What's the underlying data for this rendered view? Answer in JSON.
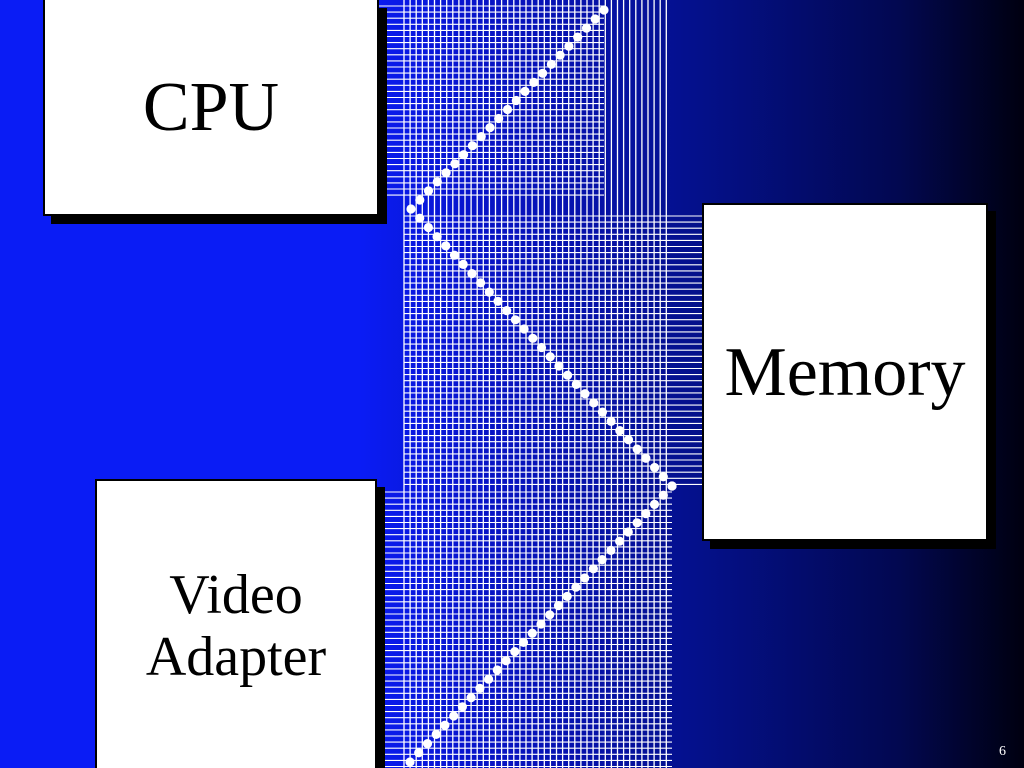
{
  "diagram": {
    "nodes": [
      {
        "id": "cpu",
        "label": "CPU"
      },
      {
        "id": "memory",
        "label": "Memory"
      },
      {
        "id": "video",
        "label": "Video\nAdapter"
      }
    ],
    "edges": [
      {
        "from": "cpu",
        "to": "memory",
        "style": "dotted"
      },
      {
        "from": "memory",
        "to": "video",
        "style": "dotted"
      }
    ]
  },
  "slide": {
    "page_number": "6"
  },
  "colors": {
    "background_left": "#0a1cf5",
    "background_right": "#000010",
    "bus_lines": "#ffffff",
    "box_fill": "#ffffff",
    "box_shadow": "#000000",
    "dots": "#ffffff"
  }
}
